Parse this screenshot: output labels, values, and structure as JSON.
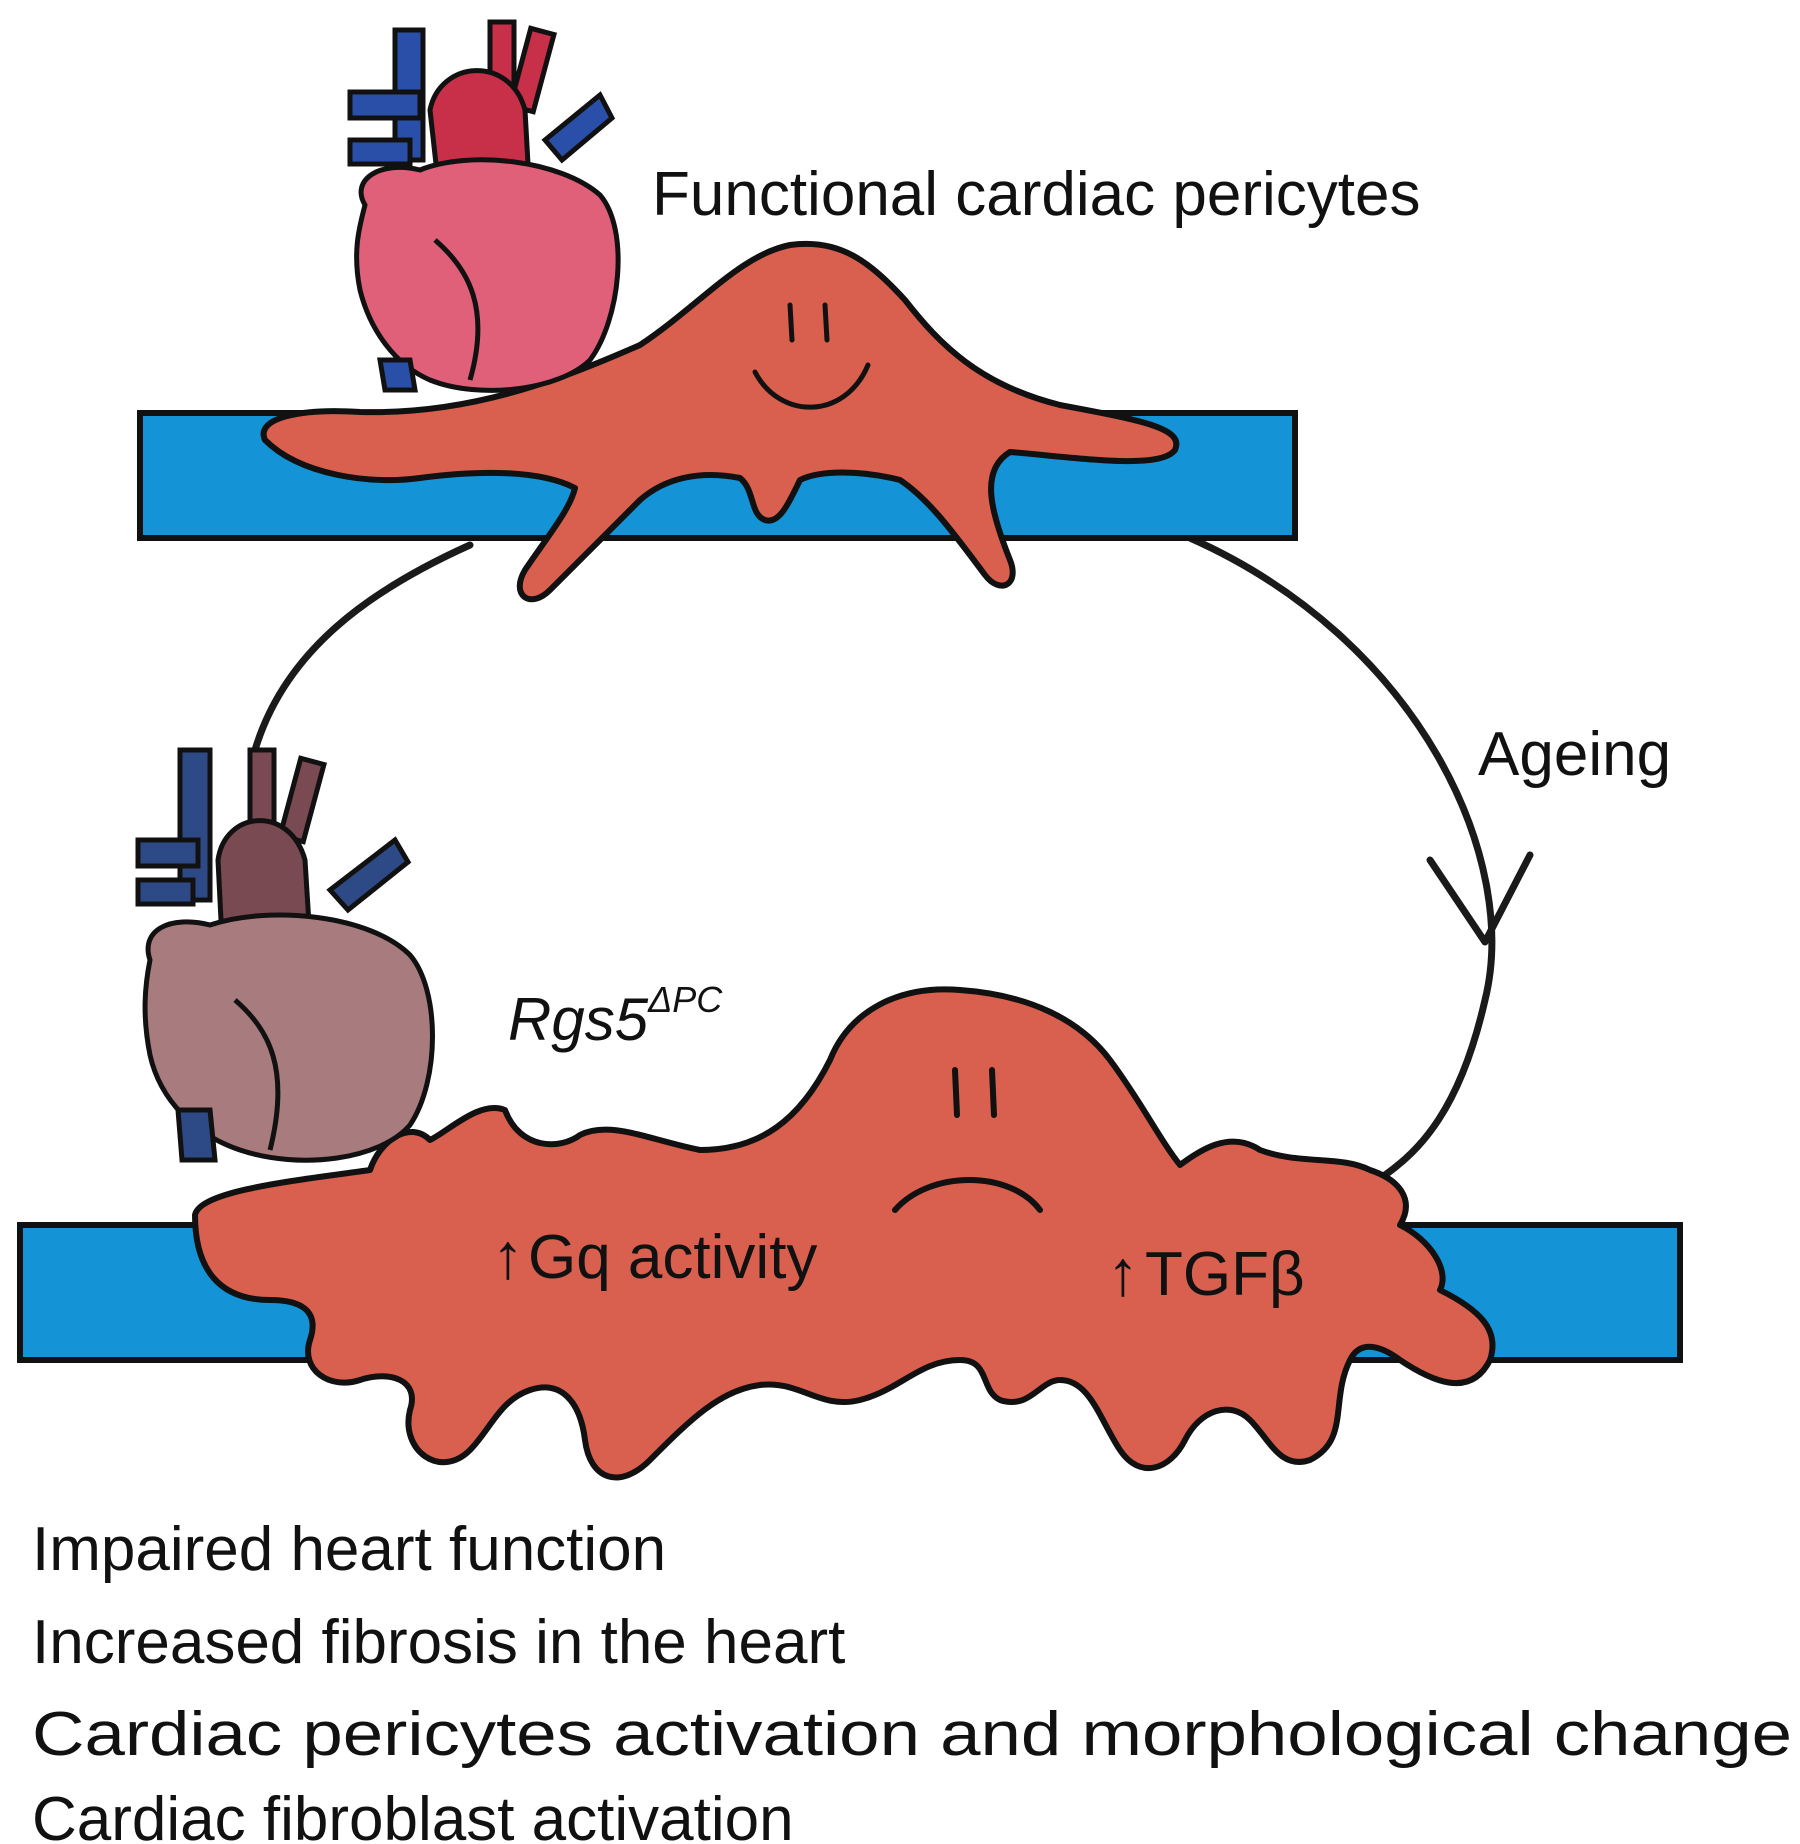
{
  "top_caption": "Functional cardiac pericytes",
  "cycle_label": "Ageing",
  "genotype": {
    "base": "Rgs5",
    "superscript": "ΔPC"
  },
  "markers": [
    {
      "arrow": "↑",
      "label": "Gq activity"
    },
    {
      "arrow": "↑",
      "label": "TGFβ"
    }
  ],
  "outcomes": [
    "Impaired heart function",
    "Increased fibrosis in the heart",
    "Cardiac pericytes activation and morphological change",
    "Cardiac fibroblast activation"
  ],
  "colors": {
    "vessel": "#1494d6",
    "pericyte": "#d9604e",
    "outline": "#111111",
    "healthy_heart_body": "#e0607a",
    "healthy_heart_dark": "#c8304a",
    "healthy_heart_vein": "#2a4fa8",
    "aged_heart_body": "#a87b7e",
    "aged_heart_dark": "#7a4a52",
    "aged_heart_vein": "#2e4a86"
  }
}
